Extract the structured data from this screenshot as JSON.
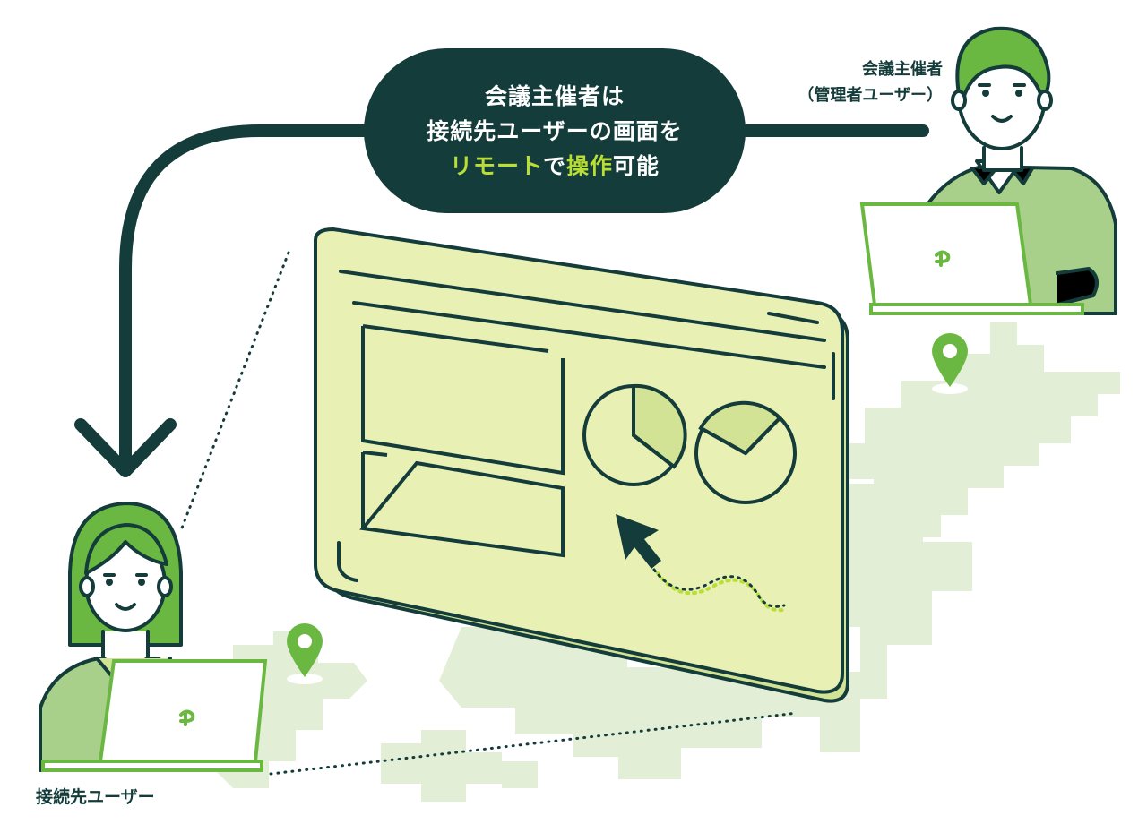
{
  "bubble": {
    "line1": "会議主催者は",
    "line2": "接続先ユーザーの画面を",
    "line3_highlight_a": "リモート",
    "line3_text_a": "で",
    "line3_highlight_b": "操作",
    "line3_text_b": "可能"
  },
  "host": {
    "label_line1": "会議主催者",
    "label_line2": "（管理者ユーザー）"
  },
  "client": {
    "label": "接続先ユーザー"
  },
  "colors": {
    "dark": "#143c3a",
    "accent_green": "#6ab842",
    "highlight": "#b9de35",
    "screen_fill": "#e8f0b4",
    "map_fill": "#e3eed6",
    "suit_green": "#a9d08a"
  },
  "icons": [
    "down-arrow-icon",
    "map-pin-icon",
    "mouse-cursor-icon",
    "laptop-icon",
    "pie-chart-icon"
  ]
}
